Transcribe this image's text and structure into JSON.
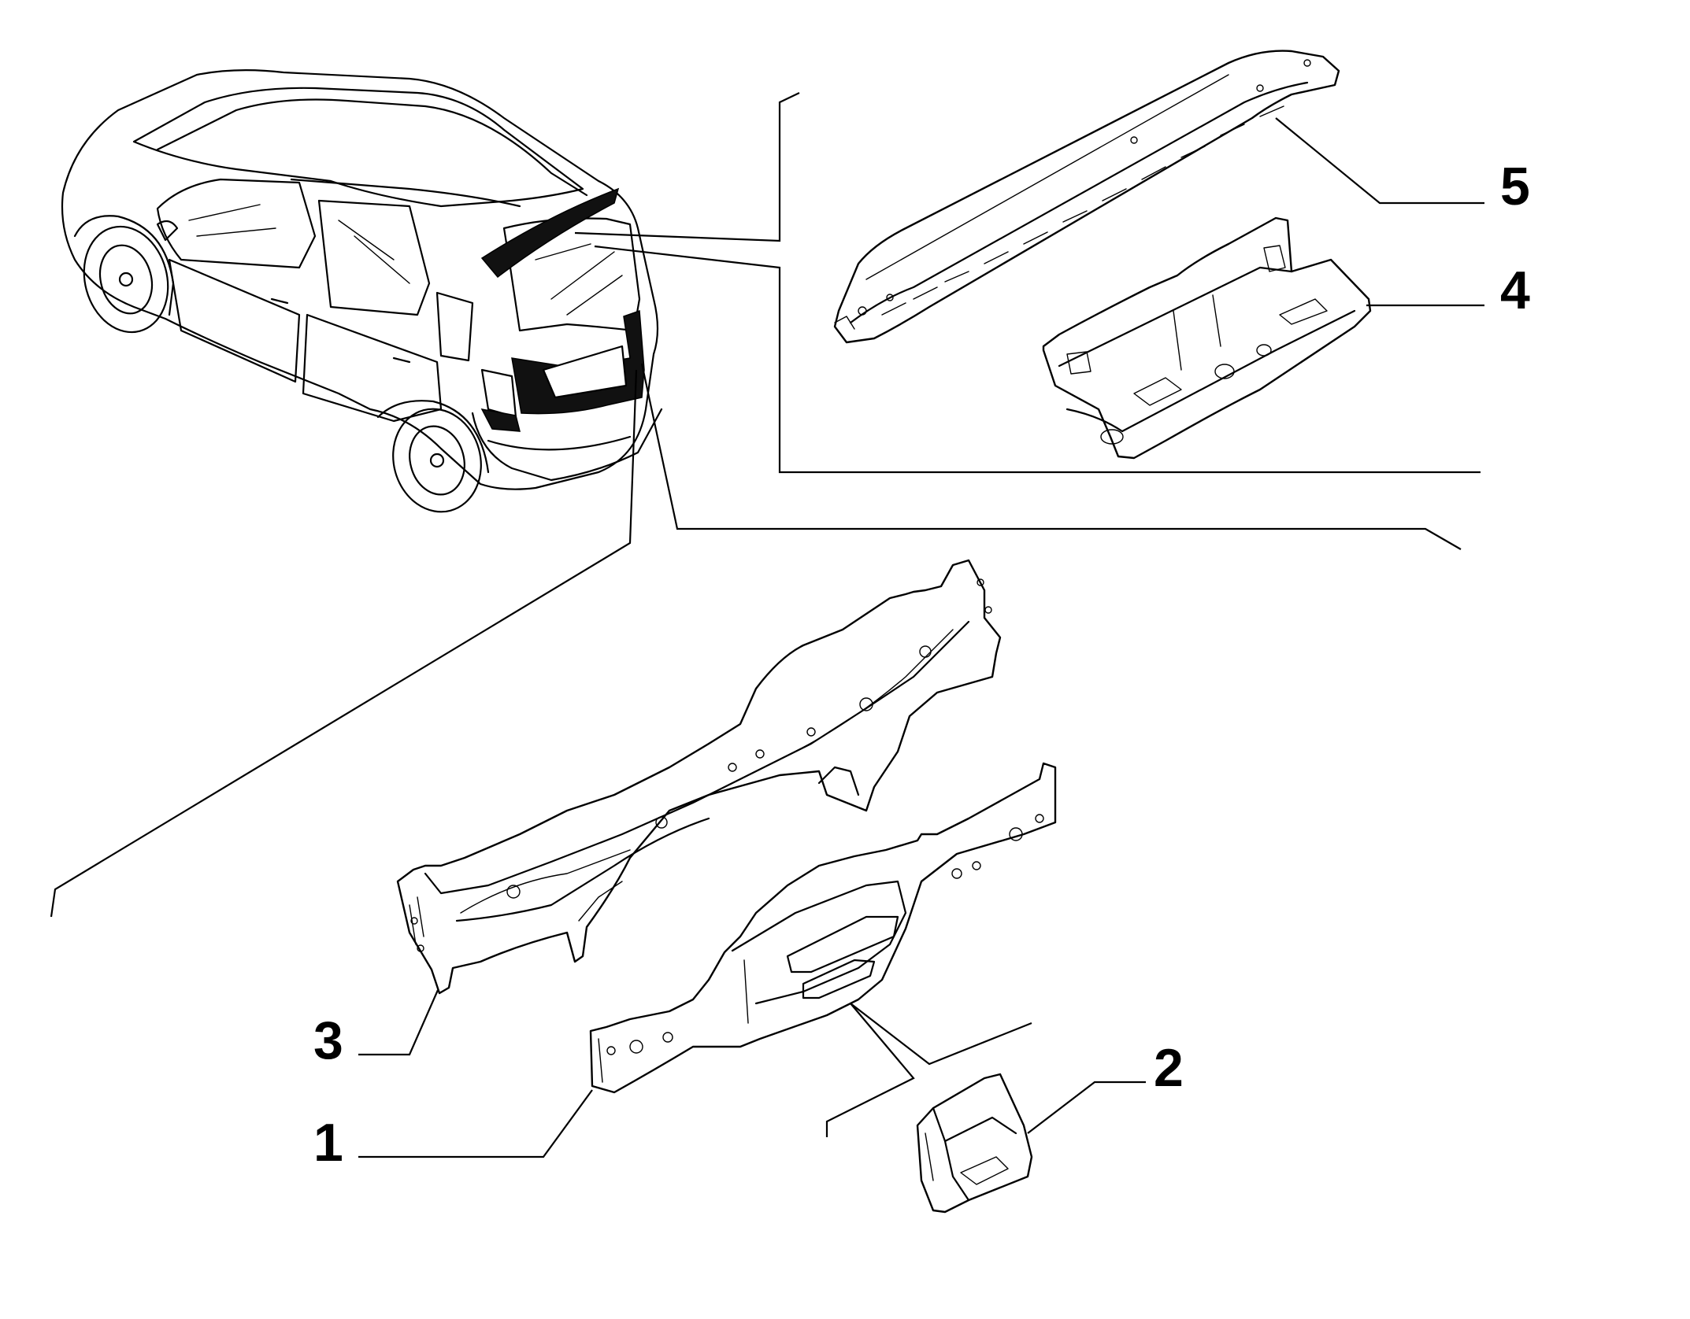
{
  "callouts": [
    {
      "id": "1",
      "label": "1"
    },
    {
      "id": "2",
      "label": "2"
    },
    {
      "id": "3",
      "label": "3"
    },
    {
      "id": "4",
      "label": "4"
    },
    {
      "id": "5",
      "label": "5"
    }
  ],
  "icons": {
    "car": "car-rear-view-icon",
    "part_1": "lower-rear-crossmember-icon",
    "part_2": "bracket-icon",
    "part_3": "rear-floor-crossmember-icon",
    "part_4": "rear-panel-reinforcement-icon",
    "part_5": "upper-tailgate-crossmember-icon"
  }
}
